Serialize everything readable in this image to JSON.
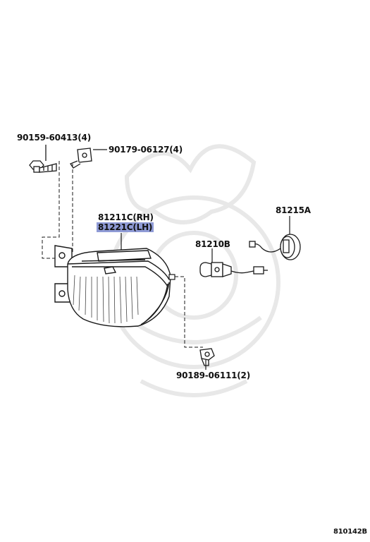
{
  "labels": {
    "bolt_top": "90159-60413(4)",
    "nut_top": "90179-06127(4)",
    "lamp_rh": "81211C(RH)",
    "lamp_lh": "81221C(LH)",
    "socket": "81215A",
    "bulb": "81210B",
    "clip_bottom": "90189-06111(2)",
    "diagram_ref": "810142B"
  },
  "colors": {
    "highlight": "#8f9bd6",
    "line": "#1a1a1a",
    "watermark": "#ececec"
  }
}
